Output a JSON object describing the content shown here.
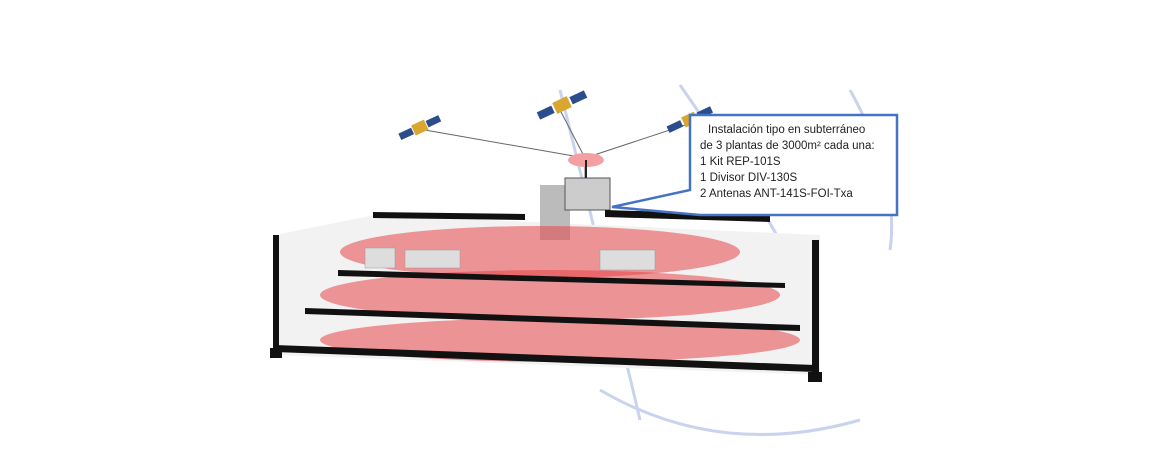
{
  "callout": {
    "lines": [
      "Instalación tipo en subterráneo",
      "de 3 plantas de 3000m² cada una:",
      "1 Kit REP-101S",
      "1 Divisor DIV-130S",
      "2 Antenas ANT-141S-FOI-Txa"
    ]
  },
  "colors": {
    "coverage": "#e8454a",
    "callout_border": "#4472c4",
    "structure": "#111111"
  }
}
